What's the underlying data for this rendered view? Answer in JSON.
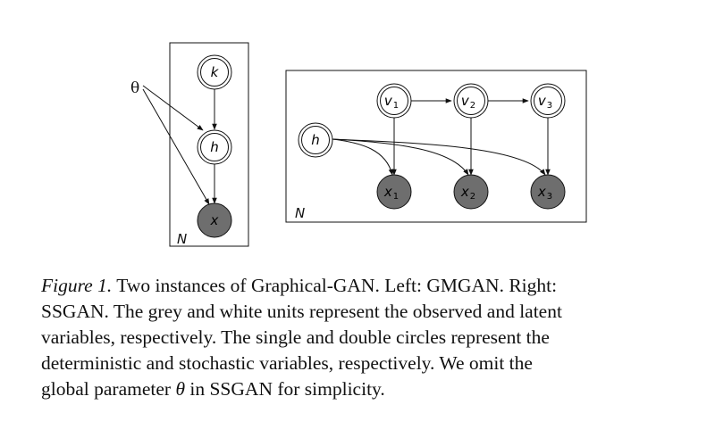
{
  "diagram": {
    "theta_symbol": "θ",
    "left_model": {
      "plate_label": "N",
      "nodes": [
        {
          "id": "k",
          "label": "k",
          "kind": "latent-stochastic"
        },
        {
          "id": "h",
          "label": "h",
          "kind": "latent-stochastic"
        },
        {
          "id": "x",
          "label": "x",
          "kind": "observed"
        }
      ],
      "edges": [
        [
          "k",
          "h"
        ],
        [
          "h",
          "x"
        ],
        [
          "theta",
          "h"
        ],
        [
          "theta",
          "x"
        ]
      ]
    },
    "right_model": {
      "plate_label": "N",
      "nodes": [
        {
          "id": "h",
          "label": "h",
          "kind": "latent-stochastic"
        },
        {
          "id": "v1",
          "label": "v",
          "sub": "1",
          "kind": "latent-stochastic"
        },
        {
          "id": "v2",
          "label": "v",
          "sub": "2",
          "kind": "latent-stochastic"
        },
        {
          "id": "v3",
          "label": "v",
          "sub": "3",
          "kind": "latent-stochastic"
        },
        {
          "id": "x1",
          "label": "x",
          "sub": "1",
          "kind": "observed"
        },
        {
          "id": "x2",
          "label": "x",
          "sub": "2",
          "kind": "observed"
        },
        {
          "id": "x3",
          "label": "x",
          "sub": "3",
          "kind": "observed"
        }
      ],
      "edges": [
        [
          "v1",
          "v2"
        ],
        [
          "v2",
          "v3"
        ],
        [
          "v1",
          "x1"
        ],
        [
          "v2",
          "x2"
        ],
        [
          "v3",
          "x3"
        ],
        [
          "h",
          "x1"
        ],
        [
          "h",
          "x2"
        ],
        [
          "h",
          "x3"
        ]
      ]
    },
    "colors": {
      "observed_fill": "#6e6e6e",
      "latent_fill": "#ffffff",
      "stroke": "#111111"
    }
  },
  "caption": {
    "lead": "Figure 1.",
    "lines": [
      " Two instances of Graphical-GAN. Left: GMGAN. Right:",
      "SSGAN. The grey and white units represent the observed and latent",
      "variables, respectively. The single and double circles represent the",
      "deterministic and stochastic variables, respectively. We omit the",
      "global parameter "
    ],
    "theta_inline": "θ",
    "tail": " in SSGAN for simplicity."
  }
}
